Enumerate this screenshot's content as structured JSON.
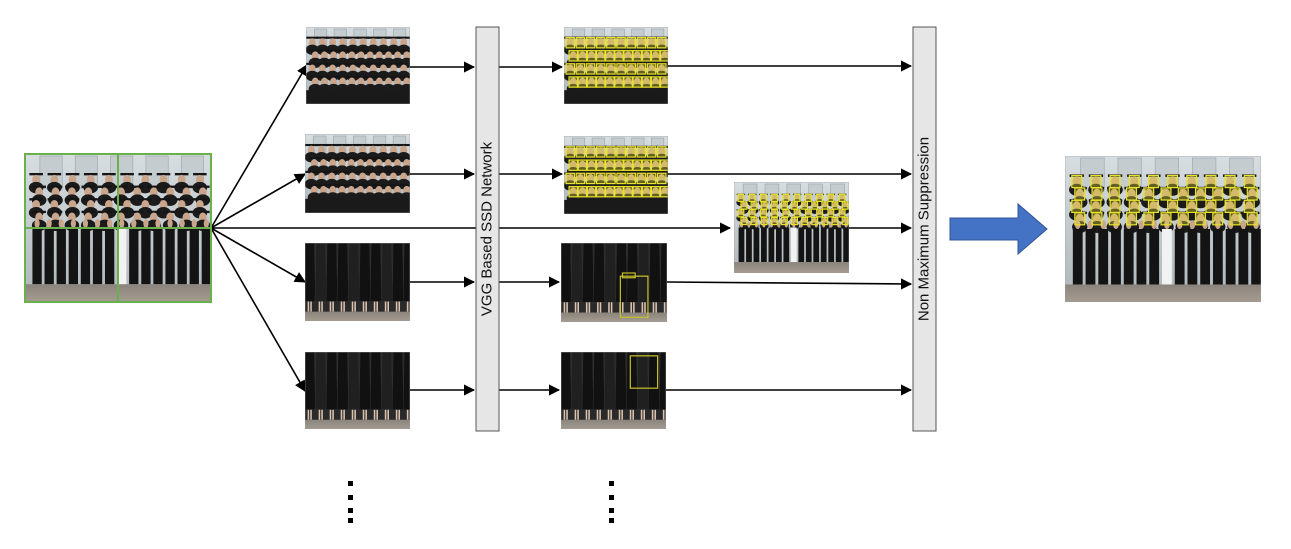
{
  "labels": {
    "network": "VGG Based SSD Network",
    "suppression": "Non Maximum Suppression"
  },
  "colors": {
    "grid_border": "#6ab04c",
    "detection_box": "#e8e22a",
    "output_arrow": "#4472c4",
    "bar_fill": "#e6e6e6",
    "line": "#000000"
  },
  "icons": {
    "input": "group-photo-image",
    "crop": "crop-photo-image",
    "detection": "detection-result-image",
    "output": "final-detection-image",
    "continuation": "vertical-ellipsis-icon"
  }
}
